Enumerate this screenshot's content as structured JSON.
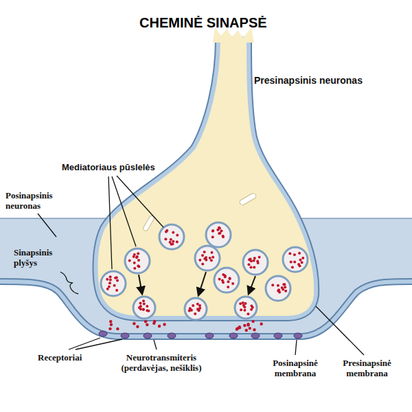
{
  "diagram": {
    "title": "CHEMINĖ SINAPSĖ",
    "labels": [
      "Presinapsinis neuronas",
      "Mediatoriaus pūslelės",
      "Posinapsinis neuronas",
      "Sinapsinis plyšys",
      "Receptoriai",
      "Neurotransmiteris (perdavėjas, nešiklis)",
      "Posinapsinė membrana",
      "Presinapsinė membrana"
    ]
  }
}
